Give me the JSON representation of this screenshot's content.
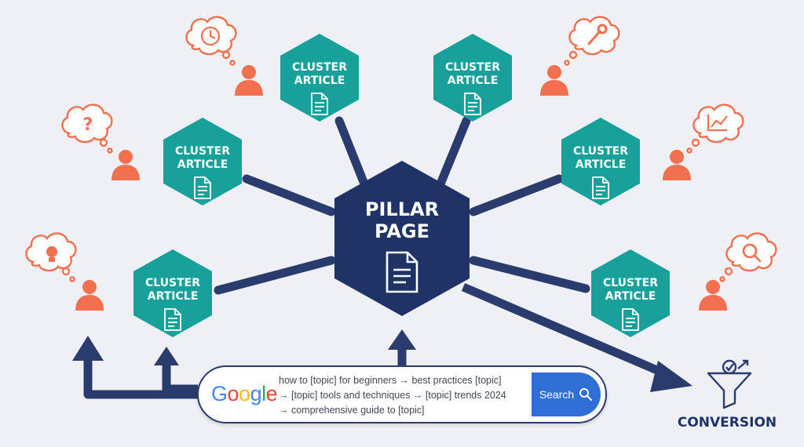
{
  "pillar": {
    "title_line1": "PILLAR",
    "title_line2": "PAGE",
    "icon": "document-icon"
  },
  "clusters": [
    {
      "line1": "CLUSTER",
      "line2": "ARTICLE",
      "icon": "document-icon",
      "thought_icon": "clock-icon"
    },
    {
      "line1": "CLUSTER",
      "line2": "ARTICLE",
      "icon": "document-icon",
      "thought_icon": "wrench-icon"
    },
    {
      "line1": "CLUSTER",
      "line2": "ARTICLE",
      "icon": "document-icon",
      "thought_icon": "question-mark-icon"
    },
    {
      "line1": "CLUSTER",
      "line2": "ARTICLE",
      "icon": "document-icon",
      "thought_icon": "trend-chart-icon"
    },
    {
      "line1": "CLUSTER",
      "line2": "ARTICLE",
      "icon": "document-icon",
      "thought_icon": "lightbulb-icon"
    },
    {
      "line1": "CLUSTER",
      "line2": "ARTICLE",
      "icon": "document-icon",
      "thought_icon": "magnifier-icon"
    }
  ],
  "search": {
    "logo_letters": [
      "G",
      "o",
      "o",
      "g",
      "l",
      "e"
    ],
    "query_lines": [
      "how to [topic] for beginners → best practices [topic]",
      "→ [topic] tools and techniques → [topic] trends 2024",
      "→ comprehensive guide to [topic]"
    ],
    "button_label": "Search"
  },
  "conversion": {
    "label": "CONVERSION",
    "icon": "funnel-icon"
  },
  "colors": {
    "background": "#eef0f5",
    "navy": "#1f3366",
    "teal": "#17a19a",
    "coral": "#f2704f",
    "google_blue": "#4285f4",
    "google_red": "#ea4335",
    "google_yellow": "#fbbc05",
    "google_green": "#34a853",
    "button_blue": "#2f6fd6"
  }
}
